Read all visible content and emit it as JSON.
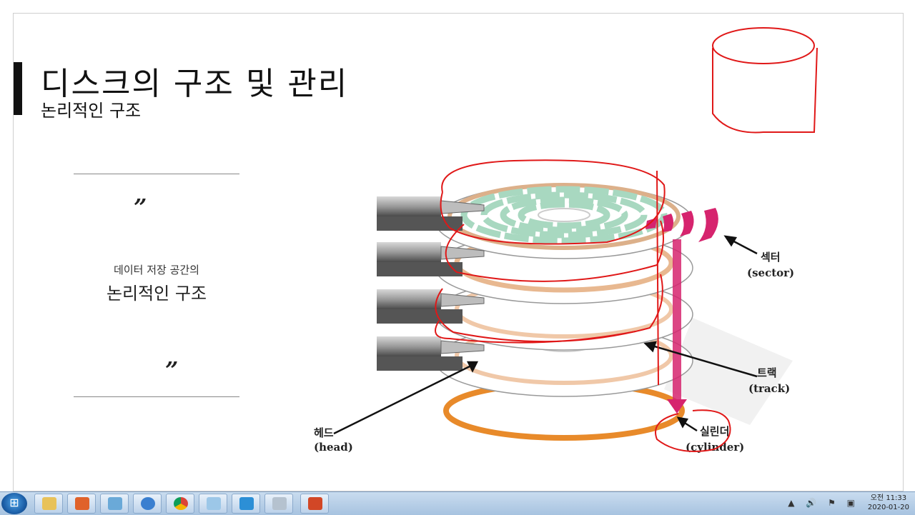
{
  "slide": {
    "title": "디스크의 구조 및 관리",
    "subtitle": "논리적인 구조",
    "quote_open": "”",
    "quote_close": "”",
    "quote_small": "데이터 저장 공간의",
    "quote_big": "논리적인 구조"
  },
  "diagram": {
    "labels": {
      "sector_ko": "섹터",
      "sector_en": "(sector)",
      "track_ko": "트랙",
      "track_en": "(track)",
      "head_ko": "헤드",
      "head_en": "(head)",
      "cylinder_ko": "실린더",
      "cylinder_en": "(cylinder)"
    },
    "colors": {
      "track_green": "#a8d8c0",
      "platter_ring": "#e8b890",
      "cylinder_ring": "#e88a2a",
      "sector": "#d6246e",
      "annotation": "#e01818"
    }
  },
  "taskbar": {
    "apps": [
      "explorer-icon",
      "ebook-icon",
      "notepad-icon",
      "sync-icon",
      "chrome-icon",
      "search-icon",
      "remote-icon",
      "calculator-icon",
      "powerpoint-icon"
    ],
    "tray_time": "오전 11:33",
    "tray_date": "2020-01-20"
  }
}
